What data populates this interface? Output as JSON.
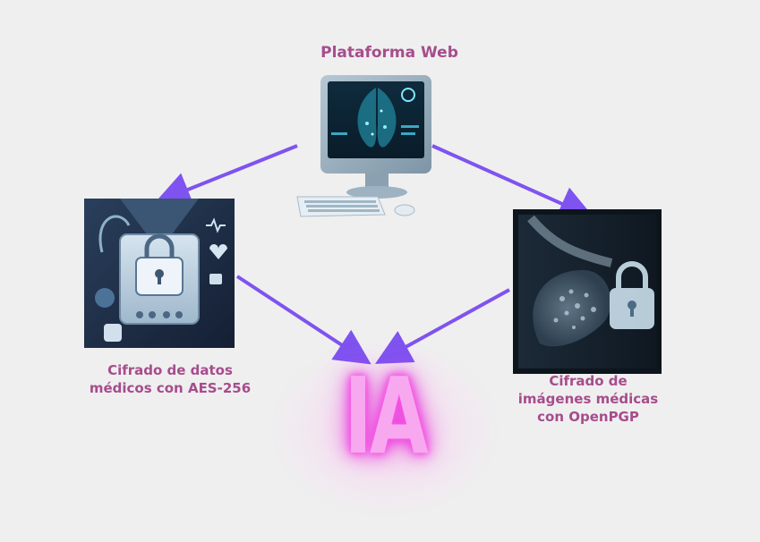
{
  "title": "Plataforma Web",
  "left_label": [
    "Cifrado de datos",
    "médicos con AES-256"
  ],
  "right_label": [
    "Cifrado de",
    "imágenes médicas",
    "con  OpenPGP"
  ],
  "center_text": "IA",
  "icons": [
    "computer-monitor-icon",
    "medical-data-lock-icon",
    "mammogram-lock-icon"
  ],
  "colors": {
    "label": "#a64d8c",
    "arrow": "#7f53f0",
    "ia_fill": "#f8a8ef",
    "ia_glow": "#f03be0",
    "background": "#efefef"
  }
}
